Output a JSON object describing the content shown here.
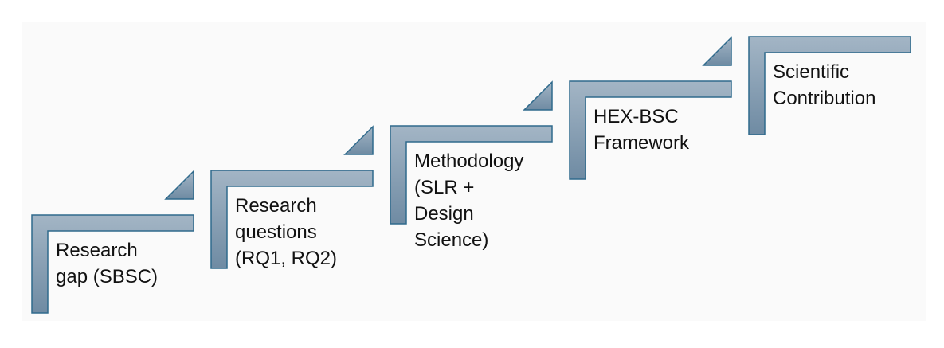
{
  "steps": [
    {
      "label": "Research\ngap (SBSC)"
    },
    {
      "label": "Research\nquestions\n(RQ1, RQ2)"
    },
    {
      "label": "Methodology\n(SLR +\nDesign\nScience)"
    },
    {
      "label": "HEX-BSC\nFramework"
    },
    {
      "label": "Scientific\nContribution"
    }
  ],
  "colors": {
    "fill_top": "#a3b5c5",
    "fill_bottom": "#6f8ba3",
    "stroke": "#2f6a8c"
  }
}
